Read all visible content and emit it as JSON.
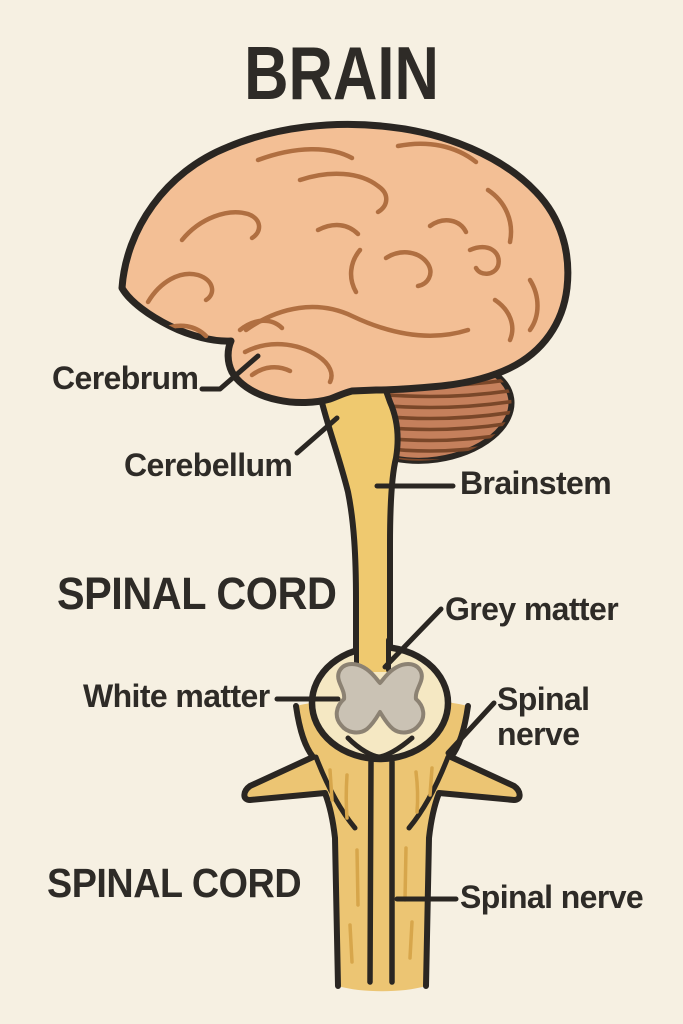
{
  "title": "BRAIN",
  "headings": {
    "spinal_cord_upper": "SPINAL CORD",
    "spinal_cord_lower": "SPINAL CORD"
  },
  "labels": {
    "cerebrum": "Cerebrum",
    "cerebellum": "Cerebellum",
    "brainstem": "Brainstem",
    "grey_matter": "Grey matter",
    "white_matter": "White matter",
    "spinal_nerve_upper": "Spinal nerve",
    "spinal_nerve_lower": "Spinal nerve"
  },
  "colors": {
    "background": "#f6f0e2",
    "outline": "#2a2622",
    "text": "#2e2b27",
    "cerebrum_fill": "#f3bf95",
    "gyri_line": "#b06f41",
    "cerebellum_fill": "#c5805c",
    "cerebellum_line": "#7a4729",
    "cord_yellow": "#efc96f",
    "trunk_yellow": "#ecc573",
    "cord_streak": "#d7a64b",
    "cross_section_ring": "#f5e8c3",
    "grey_matter_fill": "#cac2b4",
    "grey_matter_outline": "#8c8273"
  }
}
